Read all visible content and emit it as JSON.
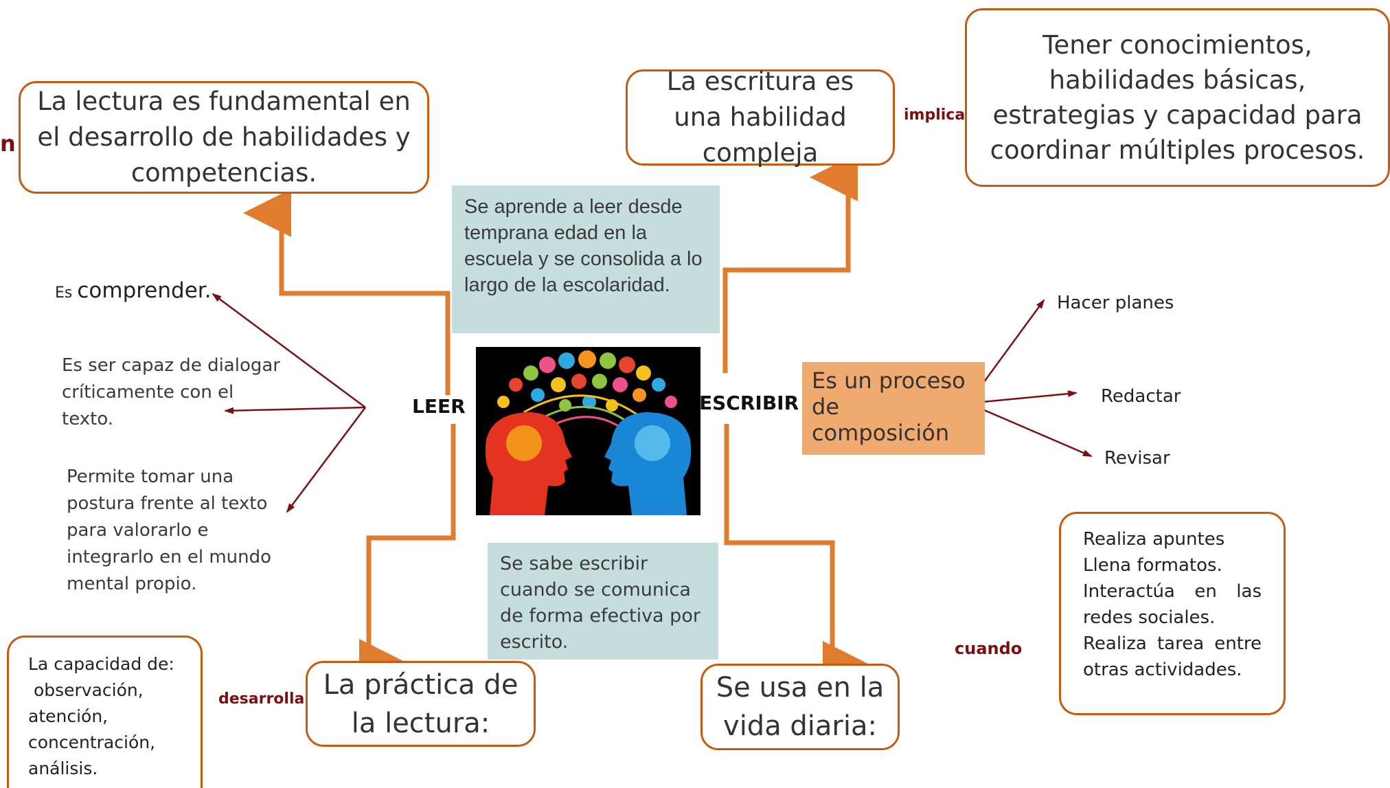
{
  "center": {
    "leer": "LEER",
    "escribir": "ESCRIBIR"
  },
  "left": {
    "edge_fragment": "n",
    "box_lectura": "La lectura es fundamental en el desarrollo de habilidades y competencias.",
    "comprender_prefix": "Es ",
    "comprender": "comprender",
    "comprender_period": ".",
    "dialogar": "Es ser capaz de dialogar críticamente con el texto.",
    "postura": "Permite tomar una postura frente al texto para valorarlo e integrarlo en el mundo mental propio.",
    "capacidad": "La capacidad de:\n observación,\natención,\nconcentración,\nanálisis.",
    "desarrolla": "desarrolla",
    "practica": "La práctica de la lectura:"
  },
  "teal": {
    "aprende": "Se aprende a leer desde temprana edad en la escuela y se consolida a lo largo de la escolaridad.",
    "sabe": "Se sabe escribir cuando se comunica de forma efectiva por escrito."
  },
  "right": {
    "escritura": "La escritura es una habilidad compleja",
    "implica": "implica",
    "tener": "Tener conocimientos, habilidades básicas, estrategias y capacidad para coordinar múltiples procesos.",
    "proceso": "Es un proceso de composición",
    "planes": "Hacer planes",
    "redactar": "Redactar",
    "revisar": "Revisar",
    "cuando": "cuando",
    "realiza": "Realiza apuntes\nLlena formatos.\nInteractúa en las redes sociales.\nRealiza tarea entre otras actividades.",
    "vida": "Se usa en la vida diaria:"
  },
  "colors": {
    "orange_line": "#e07c2e",
    "box_border": "#c55a11",
    "teal_fill": "#c5dedd",
    "proceso_fill": "#f0a96e",
    "dark_red": "#7b1010"
  },
  "icons": {
    "center_image": "brain-heads-icon"
  }
}
